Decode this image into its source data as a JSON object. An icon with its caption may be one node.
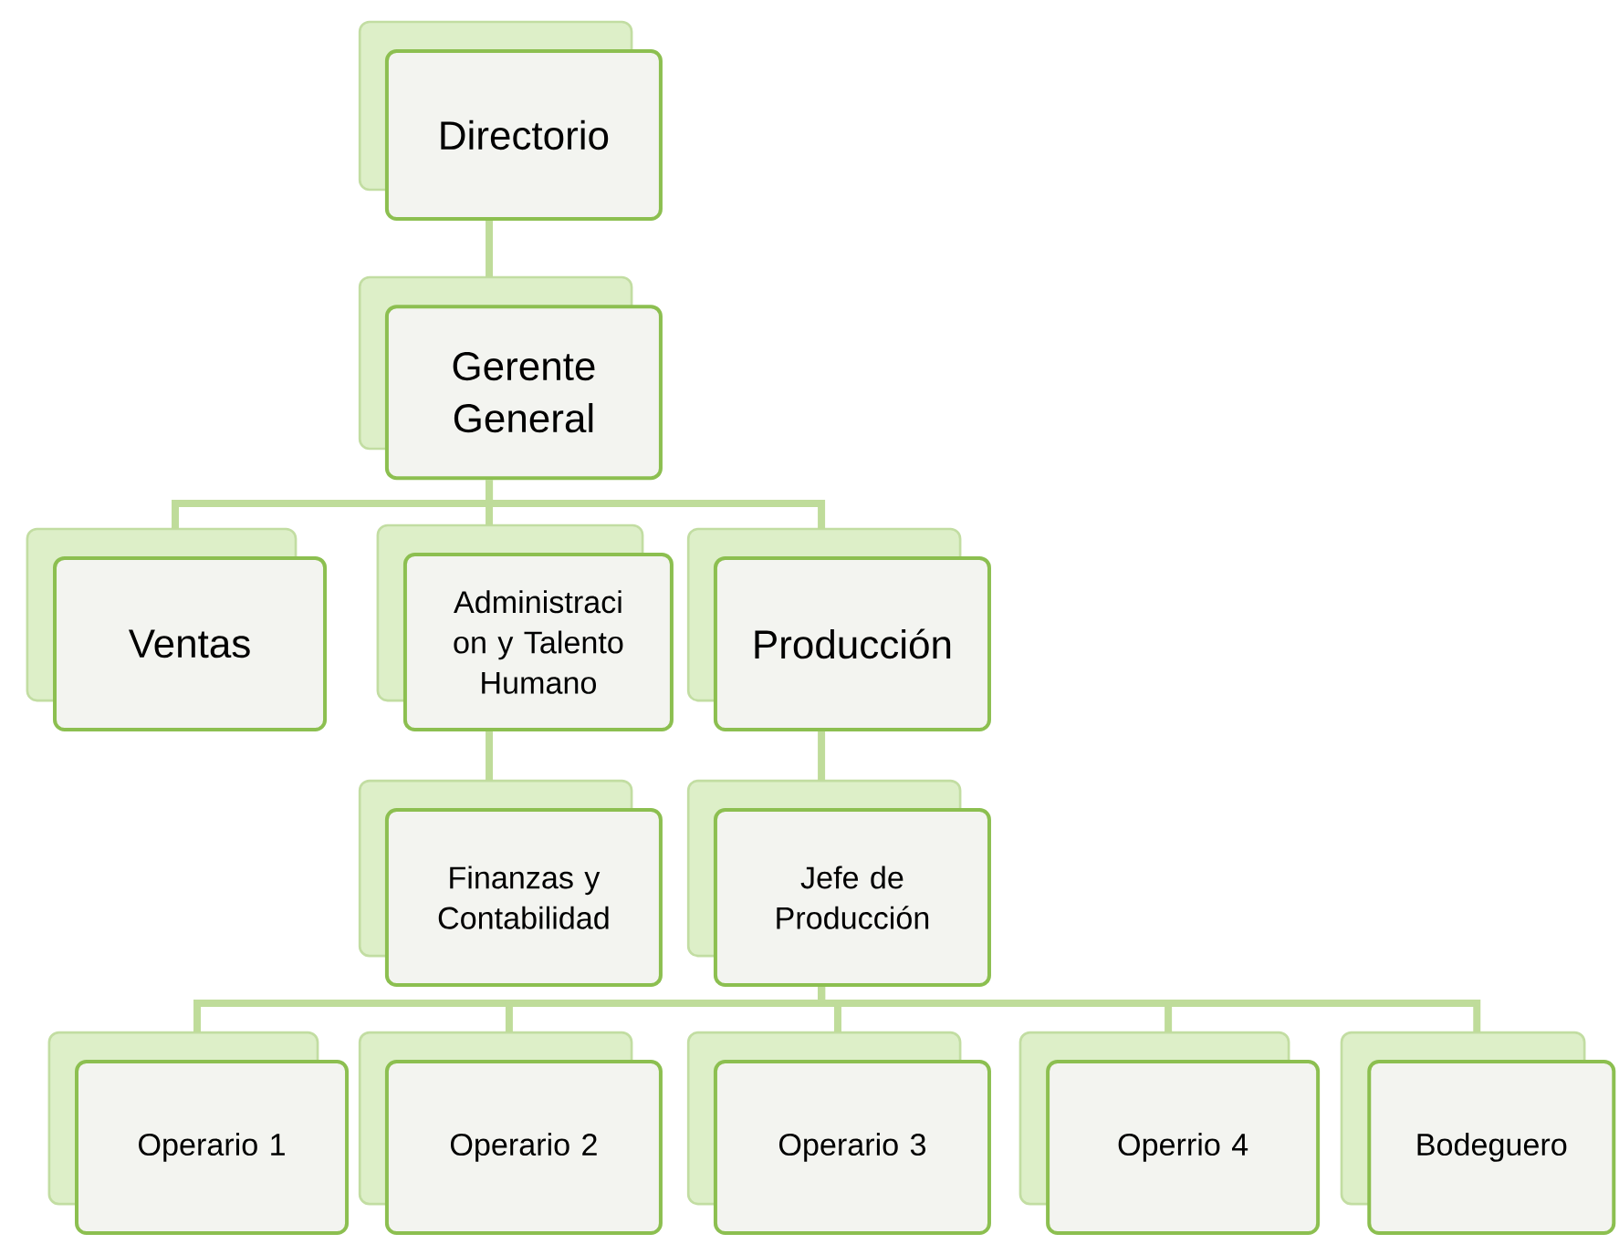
{
  "diagram": {
    "nodes": [
      {
        "text": [
          "Directorio"
        ]
      },
      {
        "text": [
          "Gerente General"
        ]
      },
      {
        "text": [
          "Ventas"
        ]
      },
      {
        "text": [
          "Administraci on y Talento Humano"
        ]
      },
      {
        "text": [
          "Producción"
        ]
      },
      {
        "text": [
          "Finanzas y Contabilidad"
        ]
      },
      {
        "text": [
          "Jefe de Producción"
        ]
      },
      {
        "text": [
          "Operario 1"
        ]
      },
      {
        "text": [
          "Operario 2"
        ]
      },
      {
        "text": [
          "Operario 3"
        ]
      },
      {
        "text": [
          "Operrio 4"
        ]
      },
      {
        "text": [
          "Bodeguero"
        ]
      }
    ],
    "edges": [
      {
        "from": 0,
        "to": 1,
        "arrow": "none"
      },
      {
        "from": 1,
        "to": 2,
        "arrow": "none"
      },
      {
        "from": 1,
        "to": 3,
        "arrow": "none"
      },
      {
        "from": 1,
        "to": 4,
        "arrow": "none"
      },
      {
        "from": 3,
        "to": 5,
        "arrow": "none"
      },
      {
        "from": 4,
        "to": 6,
        "arrow": "none"
      },
      {
        "from": 6,
        "to": 7,
        "arrow": "none"
      },
      {
        "from": 6,
        "to": 8,
        "arrow": "none"
      },
      {
        "from": 6,
        "to": 9,
        "arrow": "none"
      },
      {
        "from": 6,
        "to": 10,
        "arrow": "none"
      },
      {
        "from": 6,
        "to": 11,
        "arrow": "none"
      }
    ]
  }
}
